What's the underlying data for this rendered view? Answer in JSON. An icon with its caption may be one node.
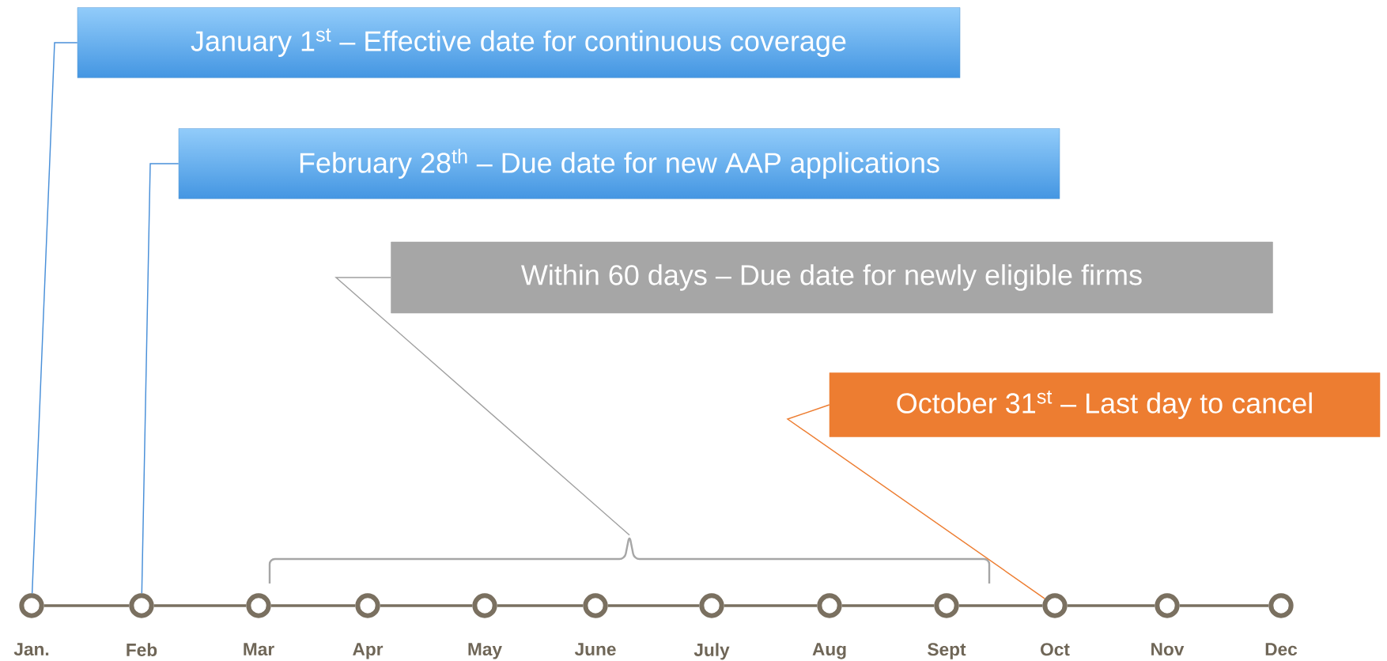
{
  "diagram": {
    "nodes": [
      {
        "text": [
          "January 1$^{st}$ – Effective date for continuous coverage"
        ]
      },
      {
        "text": [
          "February 28$^{th}$ – Due date for new AAP applications"
        ]
      },
      {
        "text": [
          "Within 60 days – Due date for newly eligible firms"
        ]
      },
      {
        "text": [
          "October 31$^{st}$ – Last day to cancel"
        ]
      },
      {
        "text": [],
        "shape": "brace"
      },
      {
        "text": [],
        "shape": "circle",
        "beside": [
          "Jan."
        ]
      },
      {
        "text": [],
        "shape": "circle",
        "beside": [
          "Feb"
        ]
      },
      {
        "text": [],
        "shape": "circle",
        "beside": [
          "Mar"
        ]
      },
      {
        "text": [],
        "shape": "circle",
        "beside": [
          "Apr"
        ]
      },
      {
        "text": [],
        "shape": "circle",
        "beside": [
          "May"
        ]
      },
      {
        "text": [],
        "shape": "circle",
        "beside": [
          "June"
        ]
      },
      {
        "text": [],
        "shape": "circle",
        "beside": [
          "July"
        ]
      },
      {
        "text": [],
        "shape": "circle",
        "beside": [
          "Aug"
        ]
      },
      {
        "text": [],
        "shape": "circle",
        "beside": [
          "Sept"
        ]
      },
      {
        "text": [],
        "shape": "circle",
        "beside": [
          "Oct"
        ]
      },
      {
        "text": [],
        "shape": "circle",
        "beside": [
          "Nov"
        ]
      },
      {
        "text": [],
        "shape": "circle",
        "beside": [
          "Dec"
        ]
      }
    ],
    "edges": [
      {
        "from": 0,
        "to": 5,
        "arrow": "none",
        "color": "#4a90d9"
      },
      {
        "from": 1,
        "to": 6,
        "arrow": "none",
        "color": "#4a90d9"
      },
      {
        "from": 2,
        "to": 4,
        "arrow": "none",
        "color": "#a0a0a0"
      },
      {
        "from": 3,
        "to": 14,
        "arrow": "none",
        "color": "#ed7d31"
      },
      {
        "from": 5,
        "to": 6,
        "arrow": "none"
      },
      {
        "from": 6,
        "to": 7,
        "arrow": "none"
      },
      {
        "from": 7,
        "to": 8,
        "arrow": "none"
      },
      {
        "from": 8,
        "to": 9,
        "arrow": "none"
      },
      {
        "from": 9,
        "to": 10,
        "arrow": "none"
      },
      {
        "from": 10,
        "to": 11,
        "arrow": "none"
      },
      {
        "from": 11,
        "to": 12,
        "arrow": "none"
      },
      {
        "from": 12,
        "to": 13,
        "arrow": "none"
      },
      {
        "from": 13,
        "to": 14,
        "arrow": "none"
      },
      {
        "from": 14,
        "to": 15,
        "arrow": "none"
      },
      {
        "from": 15,
        "to": 16,
        "arrow": "none"
      }
    ]
  }
}
